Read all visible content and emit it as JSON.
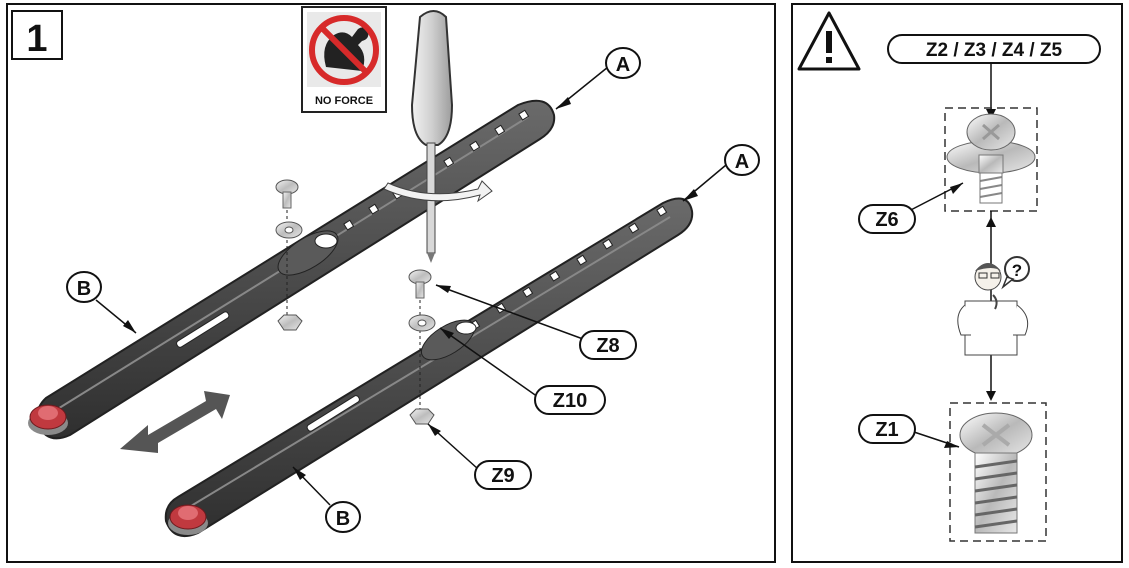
{
  "step": {
    "number": "1"
  },
  "no_force": {
    "label": "NO FORCE",
    "icon": "no-force-icon"
  },
  "callouts": {
    "a1": "A",
    "a2": "A",
    "b1": "B",
    "b2": "B",
    "z8": "Z8",
    "z9": "Z9",
    "z10": "Z10"
  },
  "side": {
    "warning_icon": "warning-triangle-icon",
    "screw_set_label": "Z2 / Z3 / Z4 / Z5",
    "z6": "Z6",
    "z1": "Z1",
    "question_mark": "?"
  },
  "colors": {
    "bar": "#4a4a4a",
    "bar_edge": "#2b2b2b",
    "knob_red": "#c0393f",
    "arrow_grey": "#555555",
    "sign_red": "#d72a2a"
  }
}
